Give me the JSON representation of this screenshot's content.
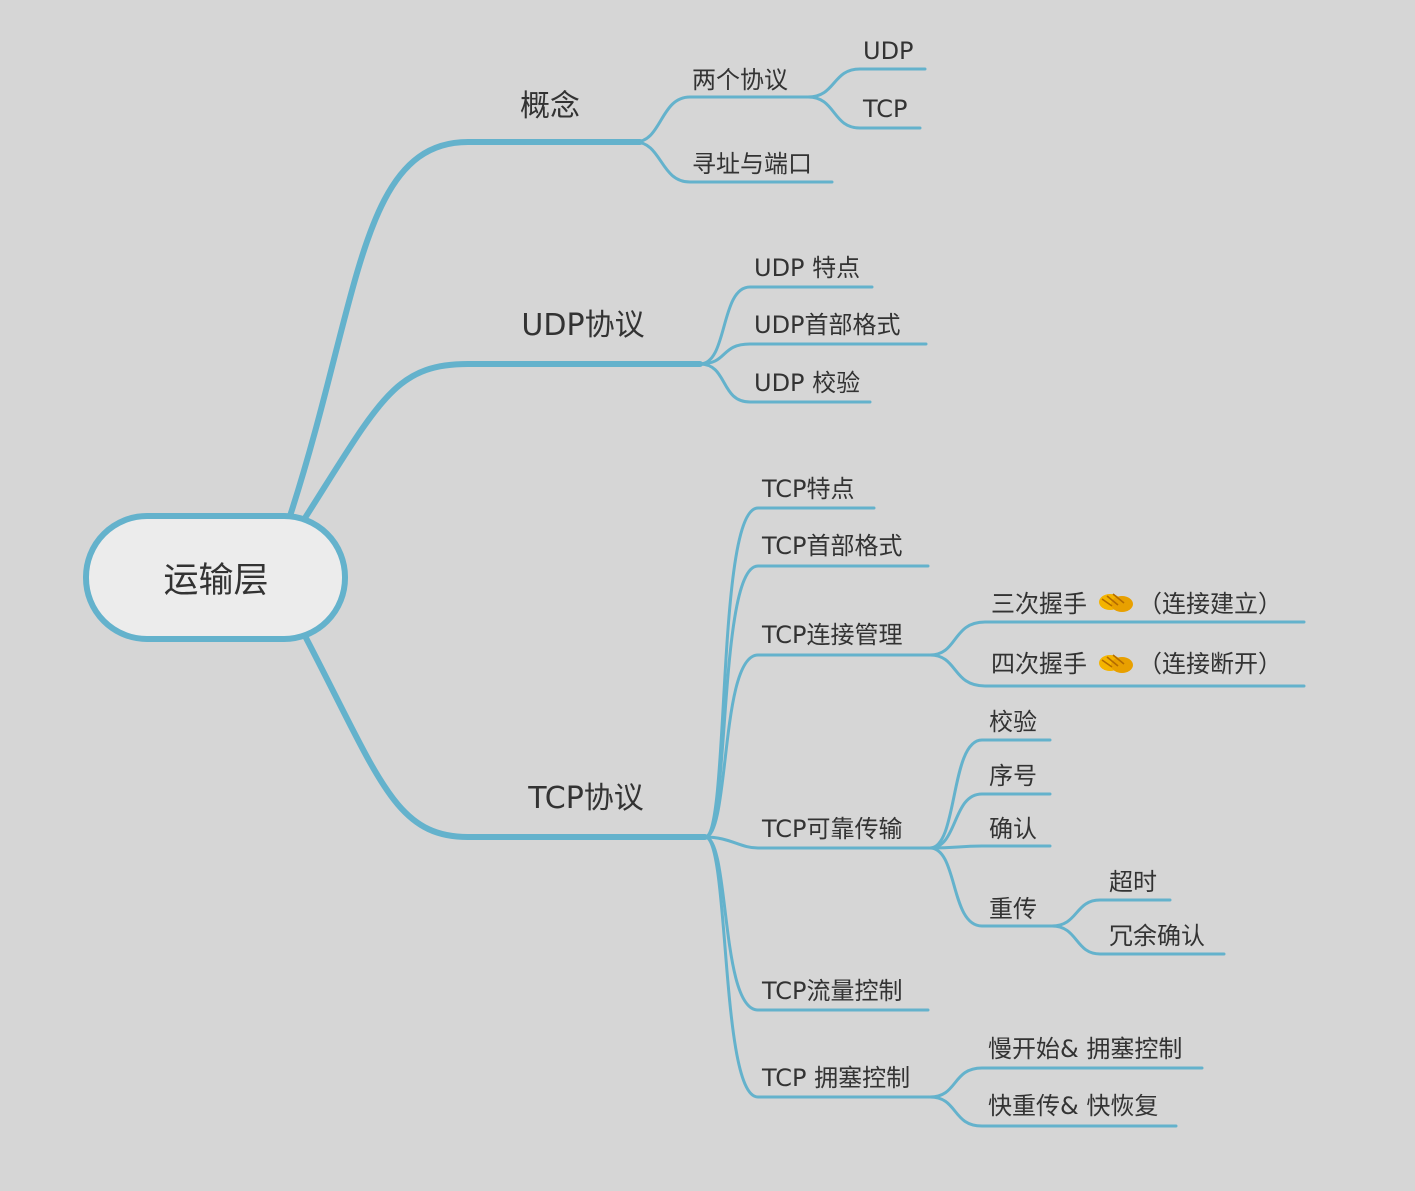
{
  "root": {
    "label": "运输层"
  },
  "branches": [
    {
      "label": "概念",
      "children": [
        {
          "label": "两个协议",
          "children": [
            {
              "label": "UDP"
            },
            {
              "label": "TCP"
            }
          ]
        },
        {
          "label": "寻址与端口"
        }
      ]
    },
    {
      "label": "UDP协议",
      "children": [
        {
          "label": "UDP 特点"
        },
        {
          "label": "UDP首部格式"
        },
        {
          "label": "UDP 校验"
        }
      ]
    },
    {
      "label": "TCP协议",
      "children": [
        {
          "label": "TCP特点"
        },
        {
          "label": "TCP首部格式"
        },
        {
          "label": "TCP连接管理",
          "children": [
            {
              "label": "三次握手",
              "suffix": "（连接建立）",
              "icon": "handshake-icon"
            },
            {
              "label": "四次握手",
              "suffix": "（连接断开）",
              "icon": "handshake-icon"
            }
          ]
        },
        {
          "label": "TCP可靠传输",
          "children": [
            {
              "label": "校验"
            },
            {
              "label": "序号"
            },
            {
              "label": "确认"
            },
            {
              "label": "重传",
              "children": [
                {
                  "label": "超时"
                },
                {
                  "label": "冗余确认"
                }
              ]
            }
          ]
        },
        {
          "label": "TCP流量控制"
        },
        {
          "label": "TCP 拥塞控制",
          "children": [
            {
              "label": "慢开始& 拥塞控制"
            },
            {
              "label": "快重传& 快恢复"
            }
          ]
        }
      ]
    }
  ],
  "colors": {
    "line": "#64b2cc",
    "root_fill": "#ececec",
    "background": "#d6d6d6",
    "text": "#333333"
  }
}
